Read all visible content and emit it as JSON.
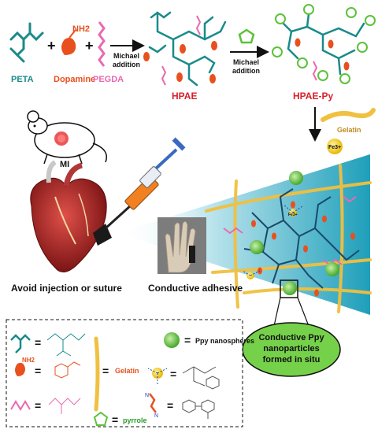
{
  "top_row": {
    "peta_label": "PETA",
    "dopamine_label": "Dopamine",
    "pegda_label": "PEGDA",
    "nh2_label": "NH2",
    "plus1": "+",
    "plus2": "+",
    "arrow1_line1": "Michael",
    "arrow1_line2": "addition",
    "arrow2_line1": "Michael",
    "arrow2_line2": "addition",
    "hpae_label": "HPAE",
    "hpae_py_label": "HPAE-Py"
  },
  "middle": {
    "gelatin_label": "Gelatin",
    "fe_label": "Fe3+",
    "mi_label": "MI",
    "avoid_label": "Avoid injection or suture",
    "conductive_adhesive_label": "Conductive adhesive",
    "fe_small": "Fe3+",
    "bubble_line1": "Conductive Ppy",
    "bubble_line2": "nanoparticles",
    "bubble_line3": "formed in situ"
  },
  "legend": {
    "ppy_label": "Ppy nanospheres",
    "gelatin_label": "Gelatin",
    "pyrrole_label": "pyrrole",
    "equals": "="
  },
  "colors": {
    "peta": "#1a8a8a",
    "dopamine": "#e8501e",
    "pegda": "#e86ab0",
    "hpae_text": "#d8202a",
    "gelatin": "#f0c040",
    "ppy_green": "#5cc23a",
    "bubble_fill": "#76d14a",
    "fe_yellow": "#f5d020",
    "cone_teal": "#3aa8c0",
    "heart_red": "#b0282a"
  }
}
